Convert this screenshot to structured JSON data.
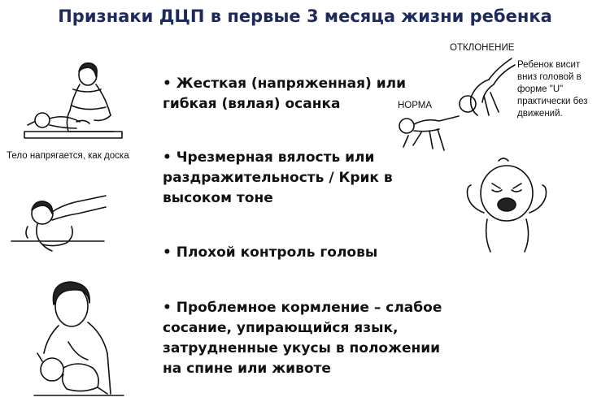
{
  "title": "Признаки ДЦП в первые 3 месяца жизни ребенка",
  "bullets": [
    {
      "line1": "• Жесткая (напряженная) или",
      "line2": "гибкая (вялая) осанка"
    },
    {
      "line1": "• Чрезмерная вялость или",
      "line2": "раздражительность / Крик в",
      "line3": "высоком тоне"
    },
    {
      "line1": "• Плохой контроль головы"
    },
    {
      "line1": "• Проблемное кормление – слабое",
      "line2": "сосание, упирающийся язык,",
      "line3": "затрудненные укусы в положении",
      "line4": "на спине или животе"
    }
  ],
  "captions": {
    "board": "Тело напрягается, как доска",
    "deviation": "ОТКЛОНЕНИЕ",
    "norm": "НОРМА",
    "u_line1": "Ребенок висит",
    "u_line2": "вниз головой в",
    "u_line3": "форме \"U\"",
    "u_line4": "практически без",
    "u_line5": "движений."
  }
}
